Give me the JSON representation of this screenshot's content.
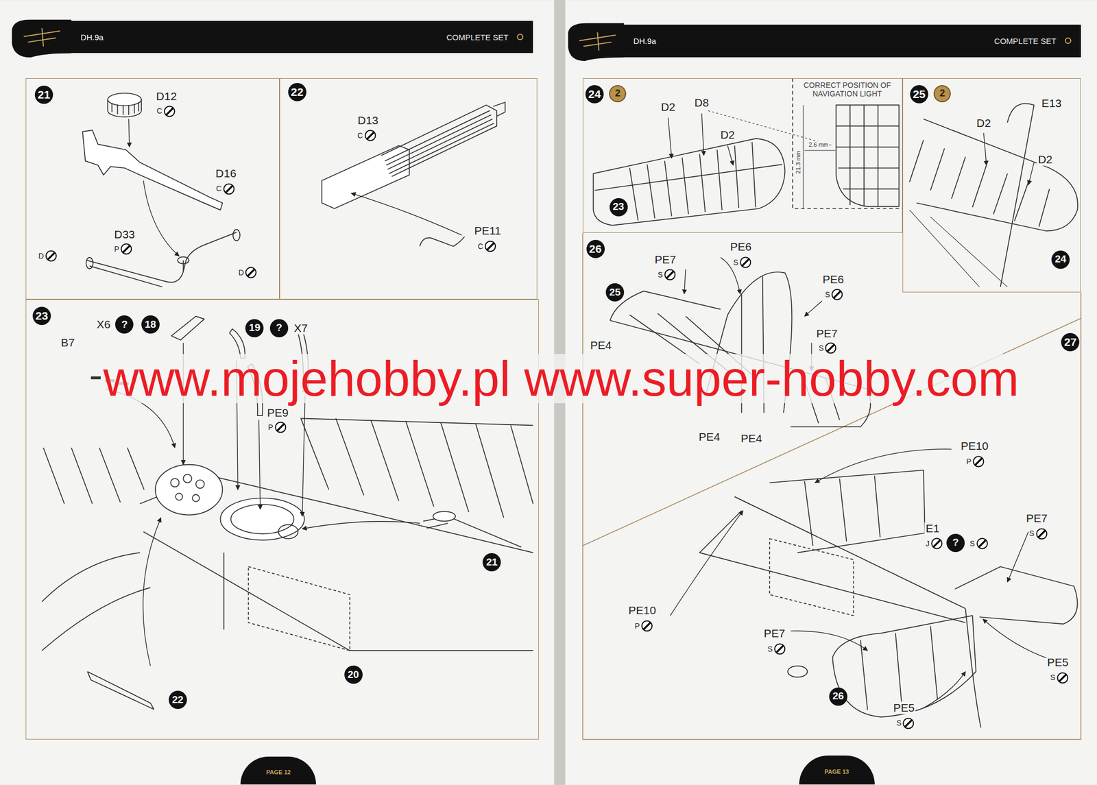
{
  "diagram": {
    "nodes": [
      {
        "text": [
          "DH.9a",
          "COMPLETE SET"
        ]
      },
      {
        "text": [
          "21"
        ]
      },
      {
        "text": [
          "22"
        ]
      },
      {
        "text": [
          "23"
        ]
      },
      {
        "text": [
          "PAGE 12"
        ]
      },
      {
        "text": [
          "DH.9a",
          "COMPLETE SET"
        ]
      },
      {
        "text": [
          "24"
        ]
      },
      {
        "text": [
          "25"
        ]
      },
      {
        "text": [
          "26"
        ]
      },
      {
        "text": [
          "27"
        ]
      },
      {
        "text": [
          "PAGE 13"
        ]
      }
    ],
    "labels": [
      "D12",
      "C",
      "D16",
      "C",
      "D33",
      "P",
      "D",
      "D",
      "D13",
      "C",
      "PE11",
      "C",
      "X6",
      "?",
      "18",
      "19",
      "?",
      "X7",
      "B7",
      "PE9",
      "P",
      "21",
      "22",
      "20",
      "2",
      "D2",
      "D8",
      "D2",
      "23",
      "CORRECT POSITION OF NAVIGATION LIGHT",
      "2.6 mm",
      "21.3 mm",
      "2",
      "E13",
      "D2",
      "D2",
      "24",
      "PE7",
      "S",
      "PE6",
      "S",
      "25",
      "PE6",
      "S",
      "PE7",
      "S",
      "PE4",
      "PE4",
      "PE4",
      "PE10",
      "P",
      "E1",
      "J",
      "?",
      "S",
      "PE7",
      "S",
      "PE10",
      "P",
      "PE7",
      "S",
      "26",
      "PE5",
      "S",
      "PE5",
      "S",
      "www.mojehobby.pl www.super-hobby.com"
    ]
  }
}
